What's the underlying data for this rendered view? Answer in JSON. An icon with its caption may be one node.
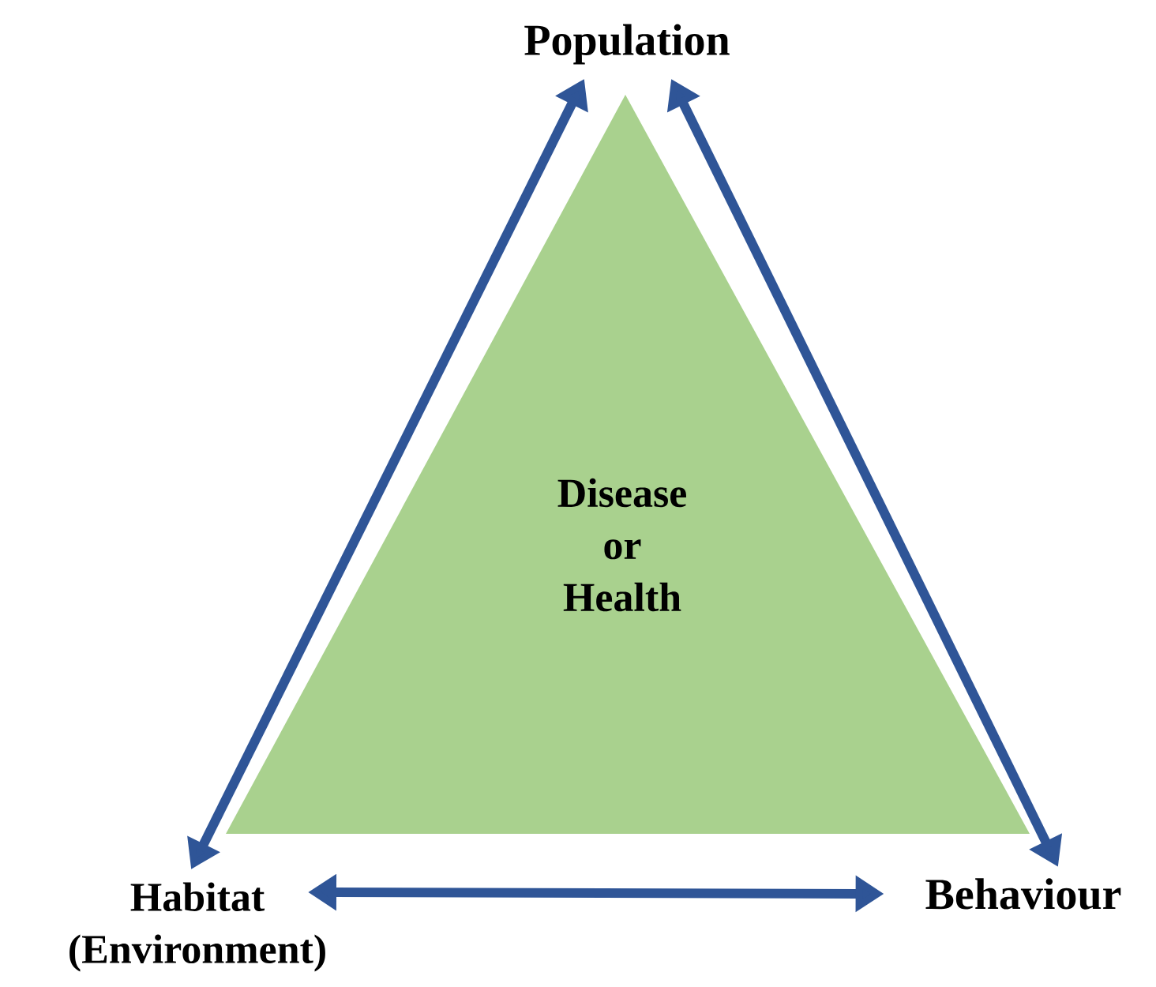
{
  "diagram": {
    "nodes": [
      {
        "text": [
          "Population"
        ]
      },
      {
        "text": [
          "Disease or Health"
        ]
      },
      {
        "text": [
          "Habitat (Environment)"
        ]
      },
      {
        "text": [
          "Behaviour"
        ]
      }
    ],
    "edges": [
      {
        "from": 2,
        "to": 0,
        "arrow": "both"
      },
      {
        "from": 0,
        "to": 3,
        "arrow": "both"
      },
      {
        "from": 2,
        "to": 3,
        "arrow": "both"
      }
    ]
  }
}
